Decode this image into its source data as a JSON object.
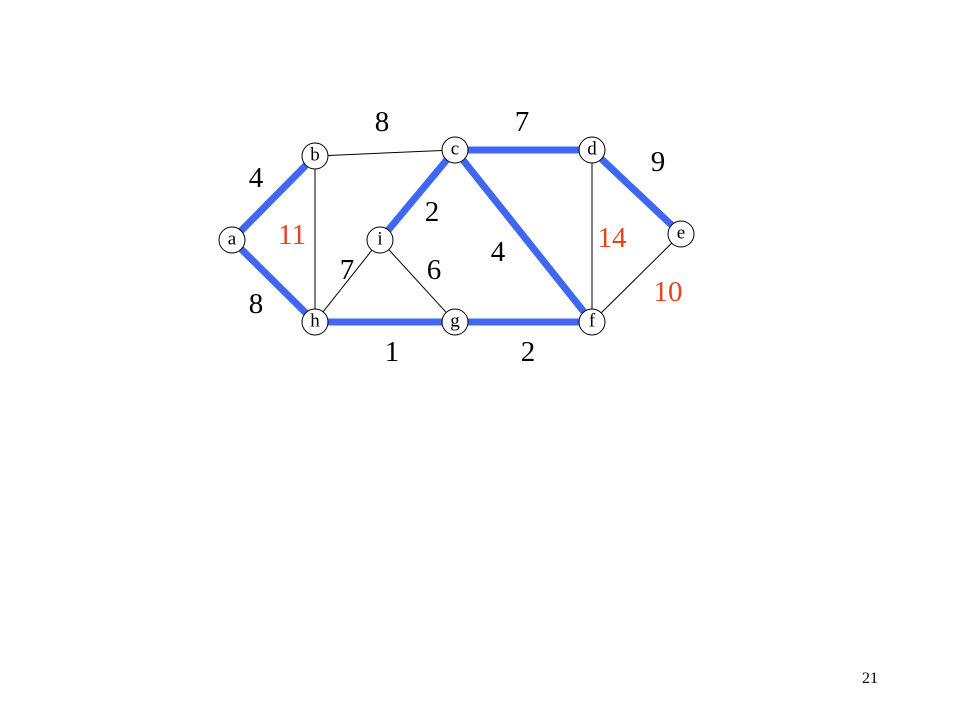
{
  "colors": {
    "mst_edge": "#3f67f0",
    "weight_normal": "#000000",
    "weight_highlight": "#e8421e"
  },
  "graph": {
    "nodes": [
      {
        "id": "a",
        "label": "a"
      },
      {
        "id": "b",
        "label": "b"
      },
      {
        "id": "c",
        "label": "c"
      },
      {
        "id": "d",
        "label": "d"
      },
      {
        "id": "e",
        "label": "e"
      },
      {
        "id": "f",
        "label": "f"
      },
      {
        "id": "g",
        "label": "g"
      },
      {
        "id": "h",
        "label": "h"
      },
      {
        "id": "i",
        "label": "i"
      }
    ],
    "edges": [
      {
        "from": "a",
        "to": "b",
        "weight": "4",
        "in_mst": true,
        "highlight": false
      },
      {
        "from": "a",
        "to": "h",
        "weight": "8",
        "in_mst": true,
        "highlight": false
      },
      {
        "from": "b",
        "to": "c",
        "weight": "8",
        "in_mst": false,
        "highlight": false
      },
      {
        "from": "b",
        "to": "h",
        "weight": "11",
        "in_mst": false,
        "highlight": true
      },
      {
        "from": "c",
        "to": "d",
        "weight": "7",
        "in_mst": true,
        "highlight": false
      },
      {
        "from": "c",
        "to": "i",
        "weight": "2",
        "in_mst": true,
        "highlight": false
      },
      {
        "from": "c",
        "to": "f",
        "weight": "4",
        "in_mst": true,
        "highlight": false
      },
      {
        "from": "d",
        "to": "e",
        "weight": "9",
        "in_mst": true,
        "highlight": false
      },
      {
        "from": "d",
        "to": "f",
        "weight": "14",
        "in_mst": false,
        "highlight": true
      },
      {
        "from": "e",
        "to": "f",
        "weight": "10",
        "in_mst": false,
        "highlight": true
      },
      {
        "from": "i",
        "to": "h",
        "weight": "7",
        "in_mst": false,
        "highlight": false
      },
      {
        "from": "i",
        "to": "g",
        "weight": "6",
        "in_mst": false,
        "highlight": false
      },
      {
        "from": "h",
        "to": "g",
        "weight": "1",
        "in_mst": true,
        "highlight": false
      },
      {
        "from": "g",
        "to": "f",
        "weight": "2",
        "in_mst": true,
        "highlight": false
      }
    ]
  },
  "page_number": "21"
}
